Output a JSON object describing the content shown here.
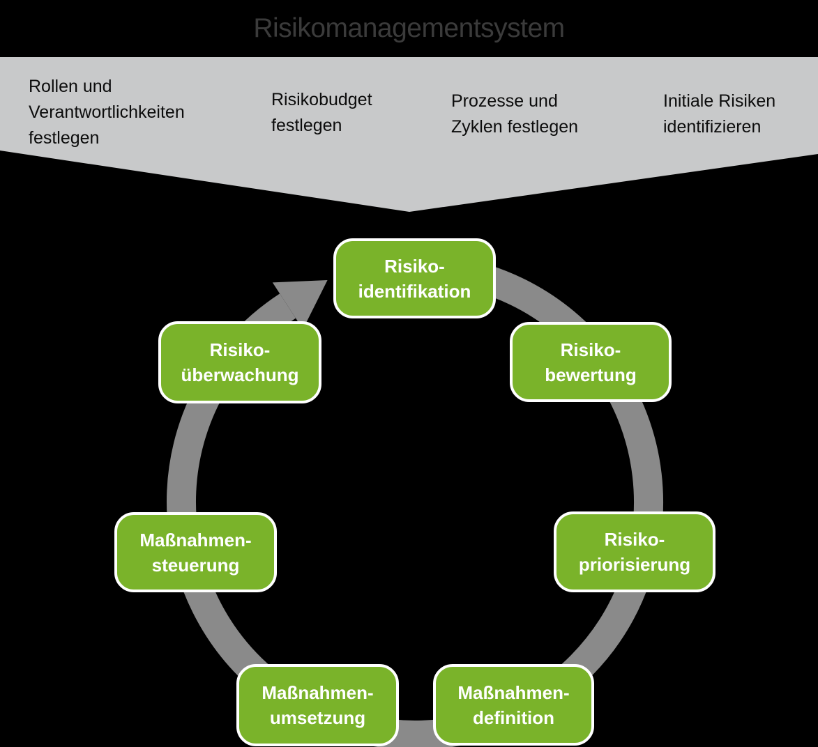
{
  "title": "Risikomanagementsystem",
  "setup_band": {
    "items": [
      {
        "lines": [
          "Rollen und",
          "Verantwortlichkeiten",
          "festlegen"
        ]
      },
      {
        "lines": [
          "Risikobudget",
          "festlegen"
        ]
      },
      {
        "lines": [
          "Prozesse und",
          "Zyklen festlegen"
        ]
      },
      {
        "lines": [
          "Initiale Risiken",
          "identifizieren"
        ]
      }
    ]
  },
  "cycle": {
    "direction": "clockwise",
    "steps": [
      {
        "lines": [
          "Risiko-",
          "identifikation"
        ]
      },
      {
        "lines": [
          "Risiko-",
          "bewertung"
        ]
      },
      {
        "lines": [
          "Risiko-",
          "priorisierung"
        ]
      },
      {
        "lines": [
          "Maßnahmen-",
          "definition"
        ]
      },
      {
        "lines": [
          "Maßnahmen-",
          "umsetzung"
        ]
      },
      {
        "lines": [
          "Maßnahmen-",
          "steuerung"
        ]
      },
      {
        "lines": [
          "Risiko-",
          "überwachung"
        ]
      }
    ]
  },
  "colors": {
    "background": "#000000",
    "title_text": "#3b3b3b",
    "band_fill": "#c8c9ca",
    "band_text": "#0c0c0c",
    "box_fill": "#7ab32a",
    "box_border": "#ffffff",
    "box_text": "#ffffff",
    "arrow_fill": "#8a8a8a"
  }
}
